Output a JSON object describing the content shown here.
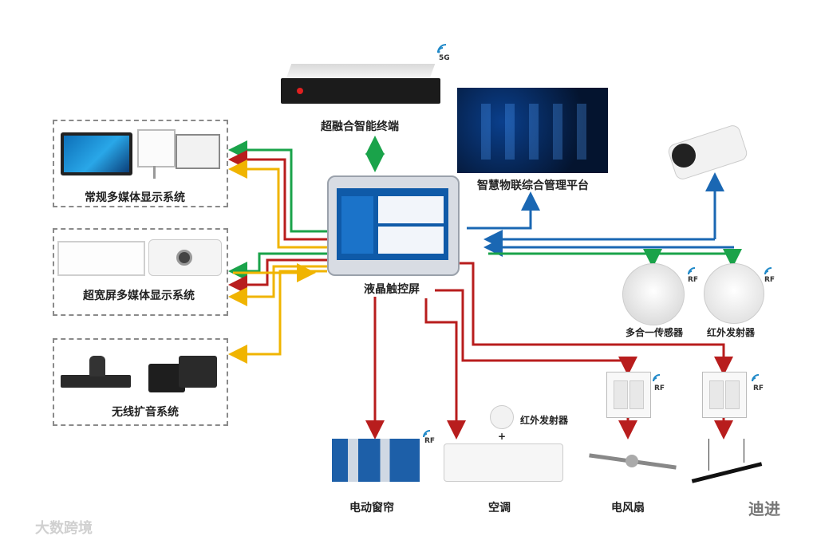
{
  "nodes": {
    "terminal": "超融合智能终端",
    "platform": "智慧物联综合管理平台",
    "touch_screen": "液晶触控屏",
    "media_display": "常规多媒体显示系统",
    "widescreen_display": "超宽屏多媒体显示系统",
    "wireless_audio": "无线扩音系统",
    "sensor": "多合一传感器",
    "ir_emitter_right": "红外发射器",
    "ir_emitter_ac": "红外发射器",
    "curtain": "电动窗帘",
    "ac": "空调",
    "fan": "电风扇"
  },
  "badges": {
    "five_g": "5G",
    "rf": "RF",
    "plus": "+"
  },
  "watermarks": {
    "left": "大数跨境",
    "right": "迪进"
  },
  "colors": {
    "green": "#1aa34a",
    "red": "#b81d1d",
    "yellow": "#f0b400",
    "blue": "#1a67b3",
    "wifi": "#1e88c8"
  }
}
